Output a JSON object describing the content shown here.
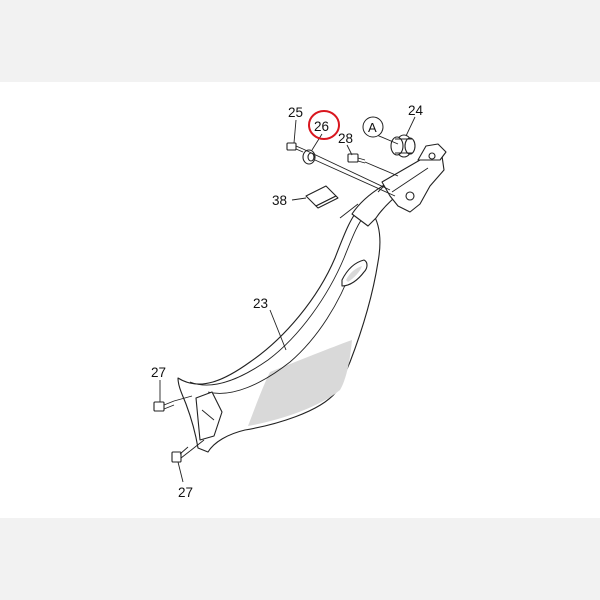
{
  "callouts": {
    "p23": "23",
    "p24": "24",
    "p25": "25",
    "p26": "26",
    "p27_top": "27",
    "p27_bottom": "27",
    "p28": "28",
    "p38": "38",
    "ref_a": "A"
  },
  "highlight": {
    "part": "26",
    "color": "#d9161e"
  }
}
